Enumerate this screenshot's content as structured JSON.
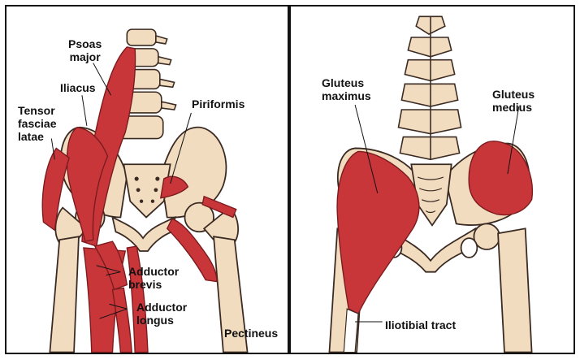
{
  "colors": {
    "muscle": "#c8363a",
    "muscle_dark": "#7b1b1e",
    "bone": "#f1dcc0",
    "bone_outline": "#3a2a22",
    "background": "#ffffff",
    "panel_border": "#111111",
    "leader_line": "#111111"
  },
  "left_panel": {
    "labels": {
      "psoas_major": "Psoas\nmajor",
      "iliacus": "Iliacus",
      "tensor_fasciae_latae": "Tensor\nfasciae\nlatae",
      "piriformis": "Piriformis",
      "adductor_brevis": "Adductor\nbrevis",
      "adductor_longus": "Adductor\nlongus",
      "pectineus": "Pectineus"
    }
  },
  "right_panel": {
    "labels": {
      "gluteus_maximus": "Gluteus\nmaximus",
      "gluteus_medius": "Gluteus\nmedius",
      "iliotibial_tract": "Iliotibial tract"
    }
  }
}
